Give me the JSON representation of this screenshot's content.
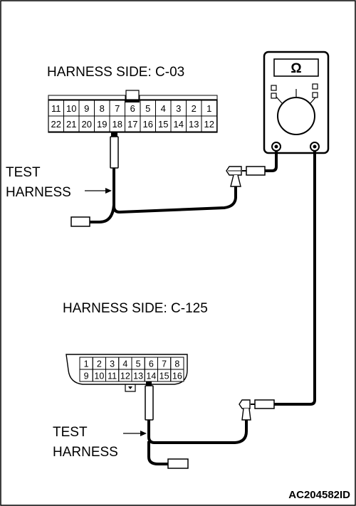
{
  "connector_top": {
    "title": "HARNESS SIDE: C-03",
    "row1": [
      "11",
      "10",
      "9",
      "8",
      "7",
      "6",
      "5",
      "4",
      "3",
      "2",
      "1"
    ],
    "row2": [
      "22",
      "21",
      "20",
      "19",
      "18",
      "17",
      "16",
      "15",
      "14",
      "13",
      "12"
    ]
  },
  "connector_bottom": {
    "title": "HARNESS SIDE: C-125",
    "row1": [
      "1",
      "2",
      "3",
      "4",
      "5",
      "6",
      "7",
      "8"
    ],
    "row2": [
      "9",
      "10",
      "11",
      "12",
      "13",
      "14",
      "15",
      "16"
    ]
  },
  "test_harness_top": {
    "line1": "TEST",
    "line2": "HARNESS"
  },
  "test_harness_bottom": {
    "line1": "TEST",
    "line2": "HARNESS"
  },
  "meter": {
    "symbol": "Ω"
  },
  "figure_id": "AC204582ID"
}
